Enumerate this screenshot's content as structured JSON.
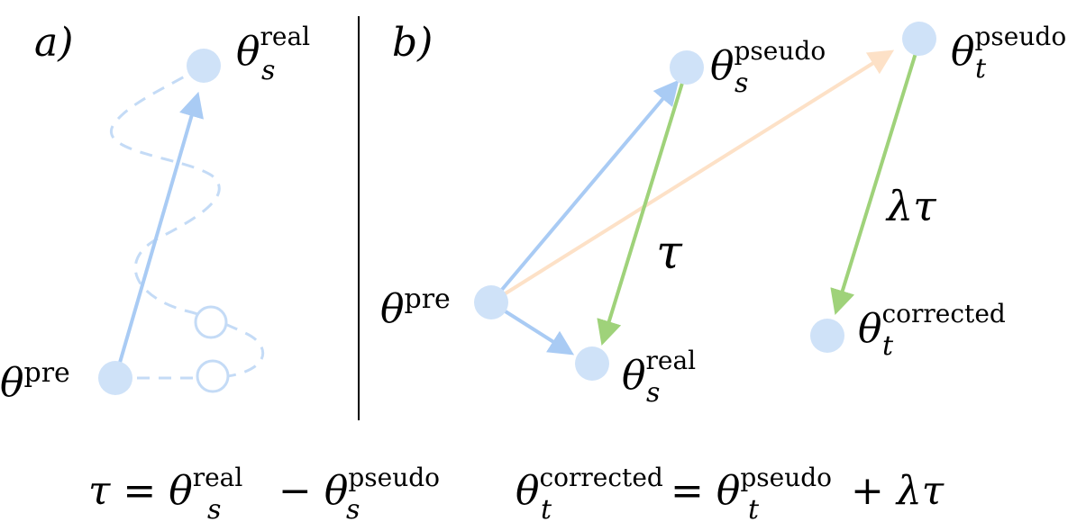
{
  "panel_a": {
    "label": "a)",
    "points": {
      "pre": {
        "base": "θ",
        "sup": "pre",
        "sub": ""
      },
      "real": {
        "base": "θ",
        "sup": "real",
        "sub": "s"
      }
    }
  },
  "panel_b": {
    "label": "b)",
    "points": {
      "pre": {
        "base": "θ",
        "sup": "pre",
        "sub": ""
      },
      "pseudo_s": {
        "base": "θ",
        "sup": "pseudo",
        "sub": "s"
      },
      "pseudo_t": {
        "base": "θ",
        "sup": "pseudo",
        "sub": "t"
      },
      "real_s": {
        "base": "θ",
        "sup": "real",
        "sub": "s"
      },
      "corrected_t": {
        "base": "θ",
        "sup": "corrected",
        "sub": "t"
      }
    },
    "tau_label": "τ",
    "lambda_tau_label": "λτ"
  },
  "equations": {
    "eq1": {
      "lhs": "τ",
      "eq": " = ",
      "t1_base": "θ",
      "t1_sup": "real",
      "t1_sub": "s",
      "minus": " − ",
      "t2_base": "θ",
      "t2_sup": "pseudo",
      "t2_sub": "s"
    },
    "eq2": {
      "lhs_base": "θ",
      "lhs_sup": "corrected",
      "lhs_sub": "t",
      "eq": " = ",
      "t1_base": "θ",
      "t1_sup": "pseudo",
      "t1_sub": "t",
      "plus": " + ",
      "t2": "λτ"
    }
  },
  "colors": {
    "point": "#cfe2f8",
    "blue_arrow": "#a9cbf4",
    "green_arrow": "#9fd27a",
    "orange_arrow": "#fde1c7",
    "divider": "#000000"
  }
}
